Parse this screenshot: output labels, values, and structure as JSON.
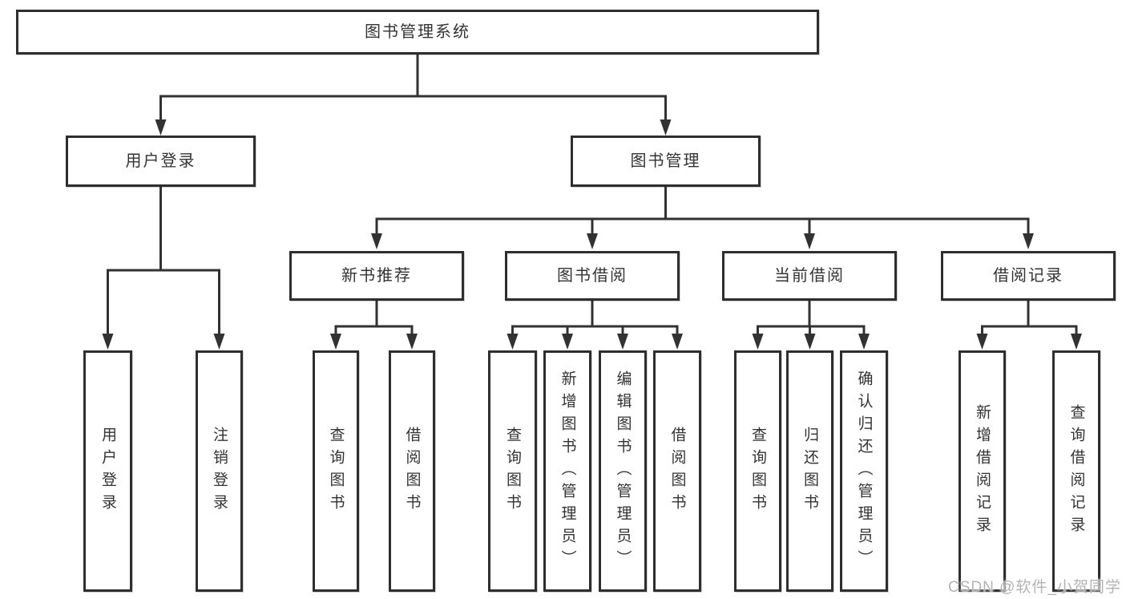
{
  "diagram": {
    "root": {
      "label": "图书管理系统"
    },
    "level2": [
      {
        "label": "用户登录"
      },
      {
        "label": "图书管理"
      }
    ],
    "level3": [
      {
        "label": "新书推荐"
      },
      {
        "label": "图书借阅"
      },
      {
        "label": "当前借阅"
      },
      {
        "label": "借阅记录"
      }
    ],
    "leaves": [
      {
        "label": "用户登录"
      },
      {
        "label": "注销登录"
      },
      {
        "label": "查询图书"
      },
      {
        "label": "借阅图书"
      },
      {
        "label": "查询图书"
      },
      {
        "label": "新增图书（管理员）"
      },
      {
        "label": "编辑图书（管理员）"
      },
      {
        "label": "借阅图书"
      },
      {
        "label": "查询图书"
      },
      {
        "label": "归还图书"
      },
      {
        "label": "确认归还（管理员）"
      },
      {
        "label": "新增借阅记录"
      },
      {
        "label": "查询借阅记录"
      }
    ]
  },
  "watermark": {
    "text": "CSDN @软件_小贺同学"
  },
  "colors": {
    "line": "#323232",
    "box_border": "#2e2e2e",
    "text": "#333333",
    "watermark": "#b3b3b3",
    "background": "#ffffff"
  }
}
